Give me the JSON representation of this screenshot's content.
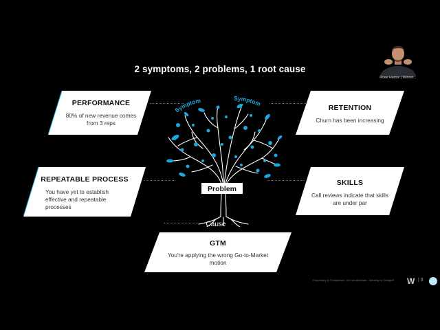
{
  "slide": {
    "title": "2 symptoms, 2 problems, 1 root cause",
    "tree_labels": {
      "symptom_left": "Symptom",
      "symptom_right": "Symptom",
      "problem": "Problem",
      "cause": "Cause"
    },
    "cards": {
      "performance": {
        "heading": "PERFORMANCE",
        "desc": "80% of new revenue comes from 3 reps"
      },
      "retention": {
        "heading": "RETENTION",
        "desc": "Churn has been increasing"
      },
      "repeatable": {
        "heading": "REPEATABLE PROCESS",
        "desc": "You have yet to establish effective and repeatable processes"
      },
      "skills": {
        "heading": "SKILLS",
        "desc": "Call reviews indicate that skills are under par"
      },
      "gtm": {
        "heading": "GTM",
        "desc": "You're applying the wrong Go-to-Market motion"
      }
    },
    "footer": "Proprietary & Confidential - Do not distribute - Winning by Design®",
    "page_number": "| 8",
    "logo": "W"
  },
  "video": {
    "participant_name": "Roee Hartuv | Winnin..."
  },
  "colors": {
    "background": "#000000",
    "card": "#ffffff",
    "accent": "#1ea7e0"
  }
}
